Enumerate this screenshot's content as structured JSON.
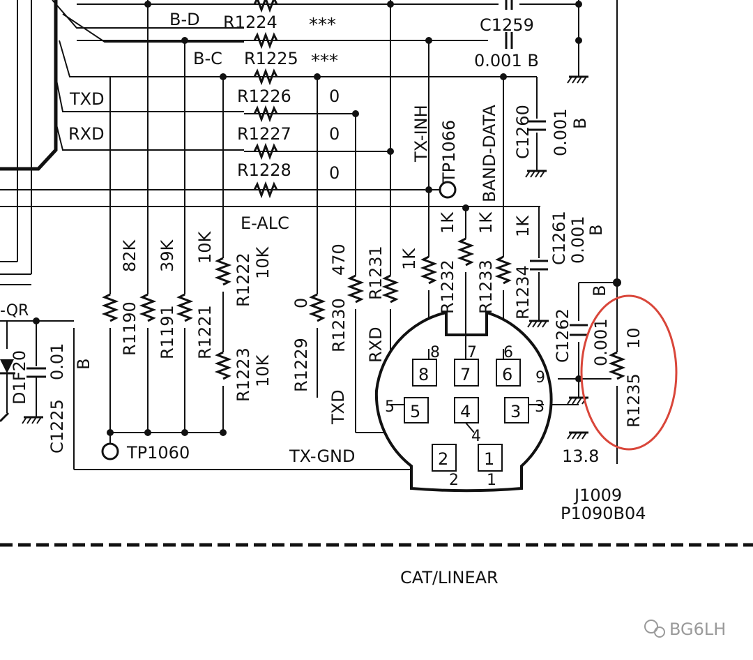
{
  "signals": {
    "txd": "TXD",
    "rxd": "RXD",
    "b_d": "B-D",
    "b_c": "B-C",
    "e_alc": "E-ALC",
    "tx_inh": "TX-INH",
    "band_data": "BAND-DATA",
    "tx_gnd": "TX-GND",
    "txd_pin": "TXD",
    "rxd_pin": "RXD",
    "qr": "-QR"
  },
  "resistors": {
    "r1224": {
      "ref": "R1224",
      "value": "***"
    },
    "r1225": {
      "ref": "R1225",
      "value": "***"
    },
    "r1226": {
      "ref": "R1226",
      "value": "0"
    },
    "r1227": {
      "ref": "R1227",
      "value": "0"
    },
    "r1228": {
      "ref": "R1228",
      "value": "0"
    },
    "r1190": {
      "ref": "R1190",
      "value": "82K"
    },
    "r1191": {
      "ref": "R1191",
      "value": "39K"
    },
    "r1221": {
      "ref": "R1221",
      "value": "10K"
    },
    "r1222": {
      "ref": "R1222",
      "value": "10K"
    },
    "r1223": {
      "ref": "R1223",
      "value": "10K"
    },
    "r1229": {
      "ref": "R1229",
      "value": "0"
    },
    "r1230": {
      "ref": "R1230",
      "value": "470"
    },
    "r1231": {
      "ref": "R1231",
      "value": "1K"
    },
    "r1232": {
      "ref": "R1232",
      "value": "1K"
    },
    "r1233": {
      "ref": "R1233",
      "value": "1K"
    },
    "r1234": {
      "ref": "R1234",
      "value": "1K"
    },
    "r1235": {
      "ref": "R1235",
      "value": "10"
    }
  },
  "capacitors": {
    "c1259": {
      "ref": "C1259",
      "value": "0.001 B"
    },
    "c1260": {
      "ref": "C1260",
      "value": "0.001",
      "type": "B"
    },
    "c1261": {
      "ref": "C1261",
      "value": "0.001",
      "type": "B"
    },
    "c1262": {
      "ref": "C1262",
      "value": "0.001",
      "type": "B"
    },
    "c1225": {
      "ref": "C1225",
      "value": "0.01",
      "type": "B"
    }
  },
  "diode": {
    "ref": "D1F20"
  },
  "testpoints": {
    "tp1060": "TP1060",
    "tp1066": "TP1066"
  },
  "connector": {
    "ref": "J1009",
    "part": "P1090B04",
    "pins": [
      "1",
      "2",
      "3",
      "4",
      "5",
      "6",
      "7",
      "8"
    ],
    "pin9": "9",
    "supply": "13.8"
  },
  "section_title": "CAT/LINEAR",
  "watermark": "BG6LH",
  "colors": {
    "line": "#111111",
    "highlight": "#d9463a",
    "watermark": "#9a9a9a"
  }
}
